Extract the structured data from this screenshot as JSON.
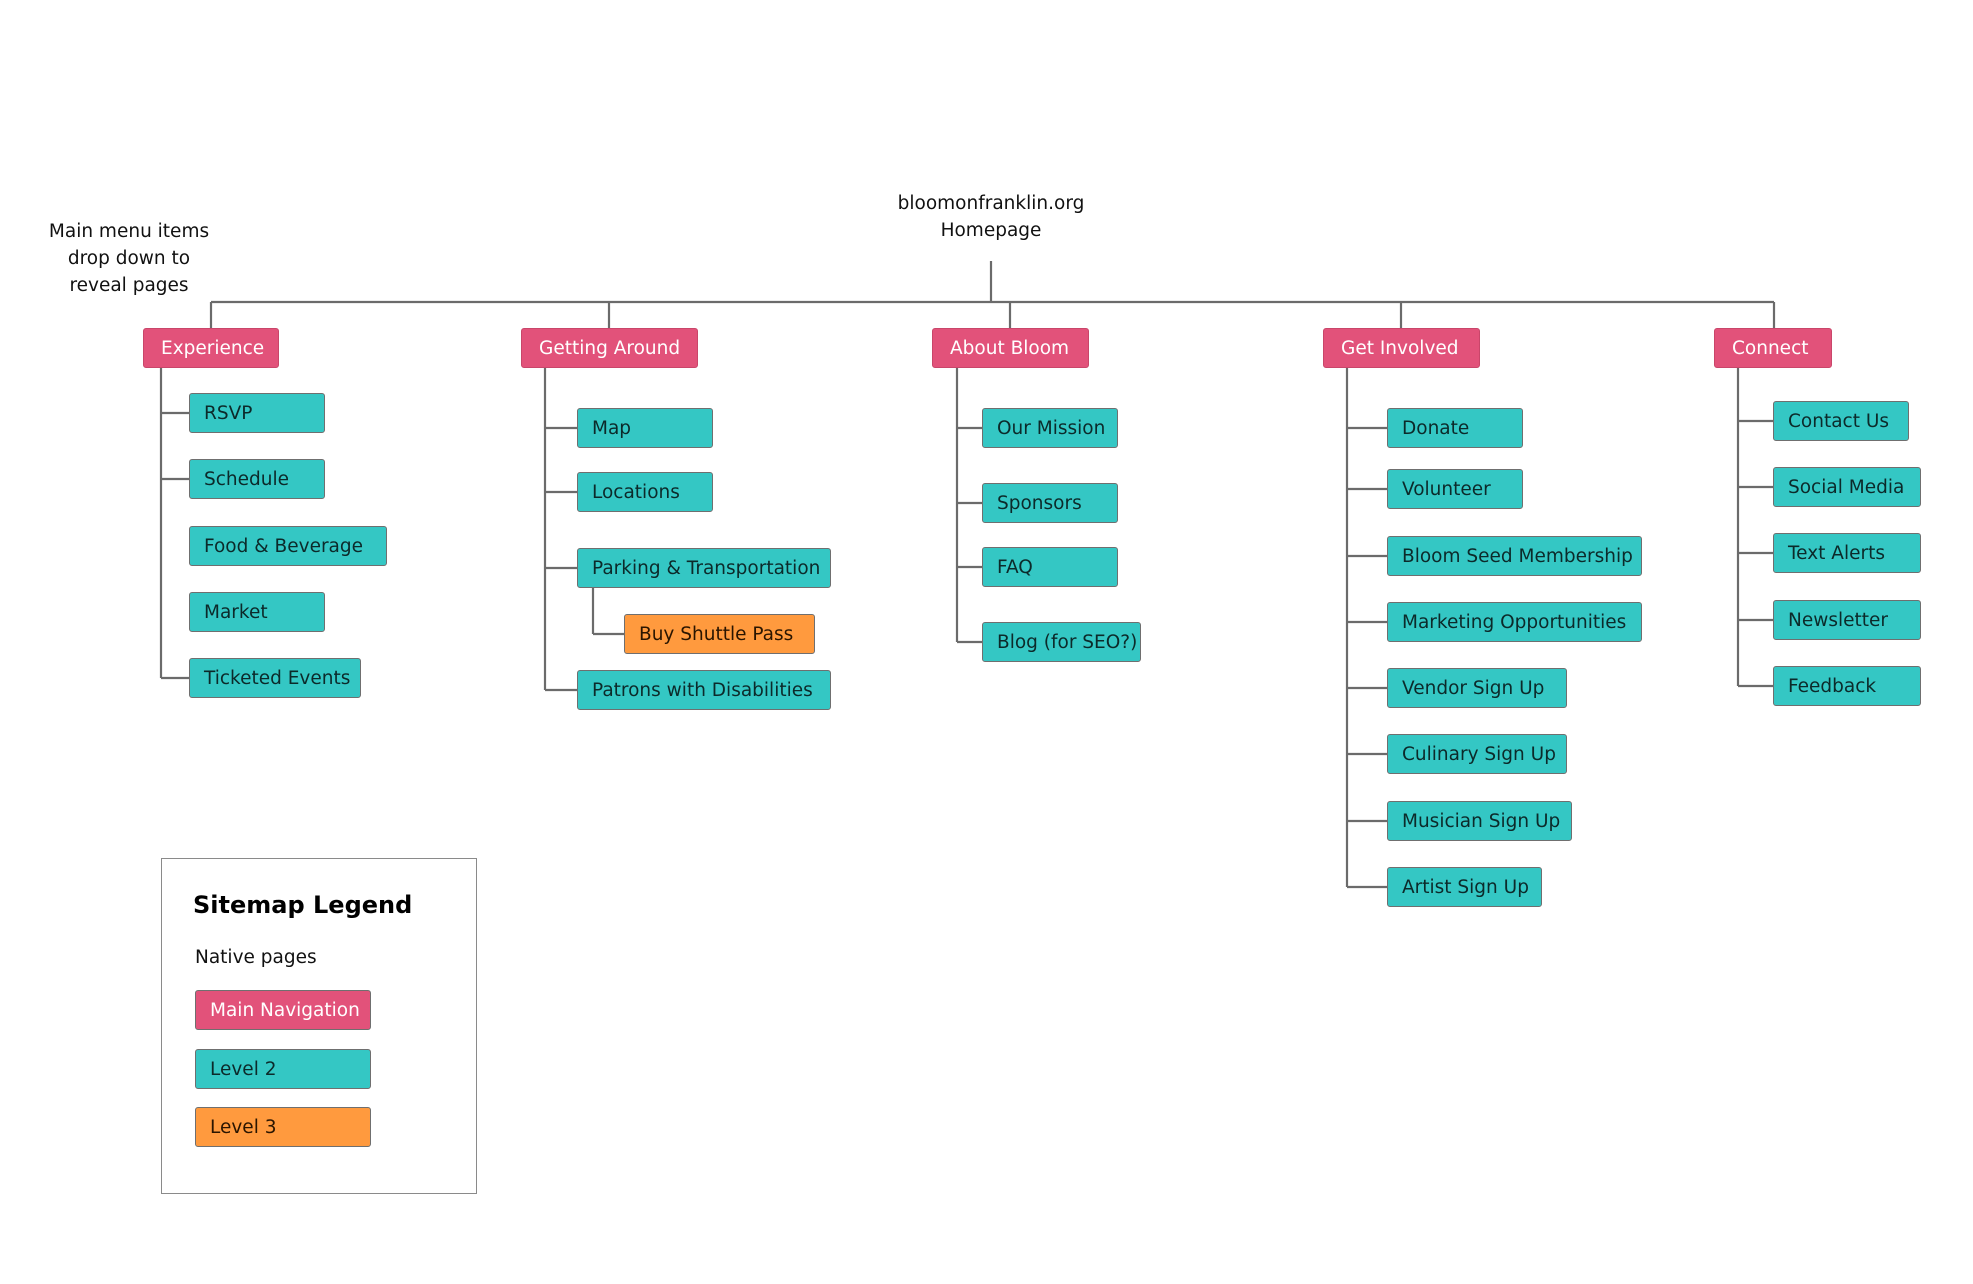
{
  "root": {
    "line1": "bloomonfranklin.org",
    "line2": "Homepage"
  },
  "note": {
    "line1": "Main menu items",
    "line2": "drop down to",
    "line3": "reveal pages"
  },
  "colors": {
    "main_navigation": "#e2527a",
    "level_2": "#34c7c4",
    "level_3": "#ff9a3e",
    "connector": "#6b6b6b"
  },
  "sections": [
    {
      "label": "Experience",
      "pages": [
        {
          "label": "RSVP"
        },
        {
          "label": "Schedule"
        },
        {
          "label": "Food & Beverage"
        },
        {
          "label": "Market"
        },
        {
          "label": "Ticketed Events"
        }
      ]
    },
    {
      "label": "Getting Around",
      "pages": [
        {
          "label": "Map"
        },
        {
          "label": "Locations"
        },
        {
          "label": "Parking & Transportation",
          "children": [
            {
              "label": "Buy Shuttle Pass"
            }
          ]
        },
        {
          "label": "Patrons with Disabilities"
        }
      ]
    },
    {
      "label": "About Bloom",
      "pages": [
        {
          "label": "Our Mission"
        },
        {
          "label": "Sponsors"
        },
        {
          "label": "FAQ"
        },
        {
          "label": "Blog (for SEO?)"
        }
      ]
    },
    {
      "label": "Get Involved",
      "pages": [
        {
          "label": "Donate"
        },
        {
          "label": "Volunteer"
        },
        {
          "label": "Bloom Seed Membership"
        },
        {
          "label": "Marketing Opportunities"
        },
        {
          "label": "Vendor Sign Up"
        },
        {
          "label": "Culinary Sign Up"
        },
        {
          "label": "Musician Sign Up"
        },
        {
          "label": "Artist Sign Up"
        }
      ]
    },
    {
      "label": "Connect",
      "pages": [
        {
          "label": "Contact Us"
        },
        {
          "label": "Social Media"
        },
        {
          "label": "Text Alerts"
        },
        {
          "label": "Newsletter"
        },
        {
          "label": "Feedback"
        }
      ]
    }
  ],
  "legend": {
    "title": "Sitemap Legend",
    "subtitle": "Native pages",
    "items": [
      {
        "label": "Main Navigation"
      },
      {
        "label": "Level 2"
      },
      {
        "label": "Level 3"
      }
    ]
  }
}
